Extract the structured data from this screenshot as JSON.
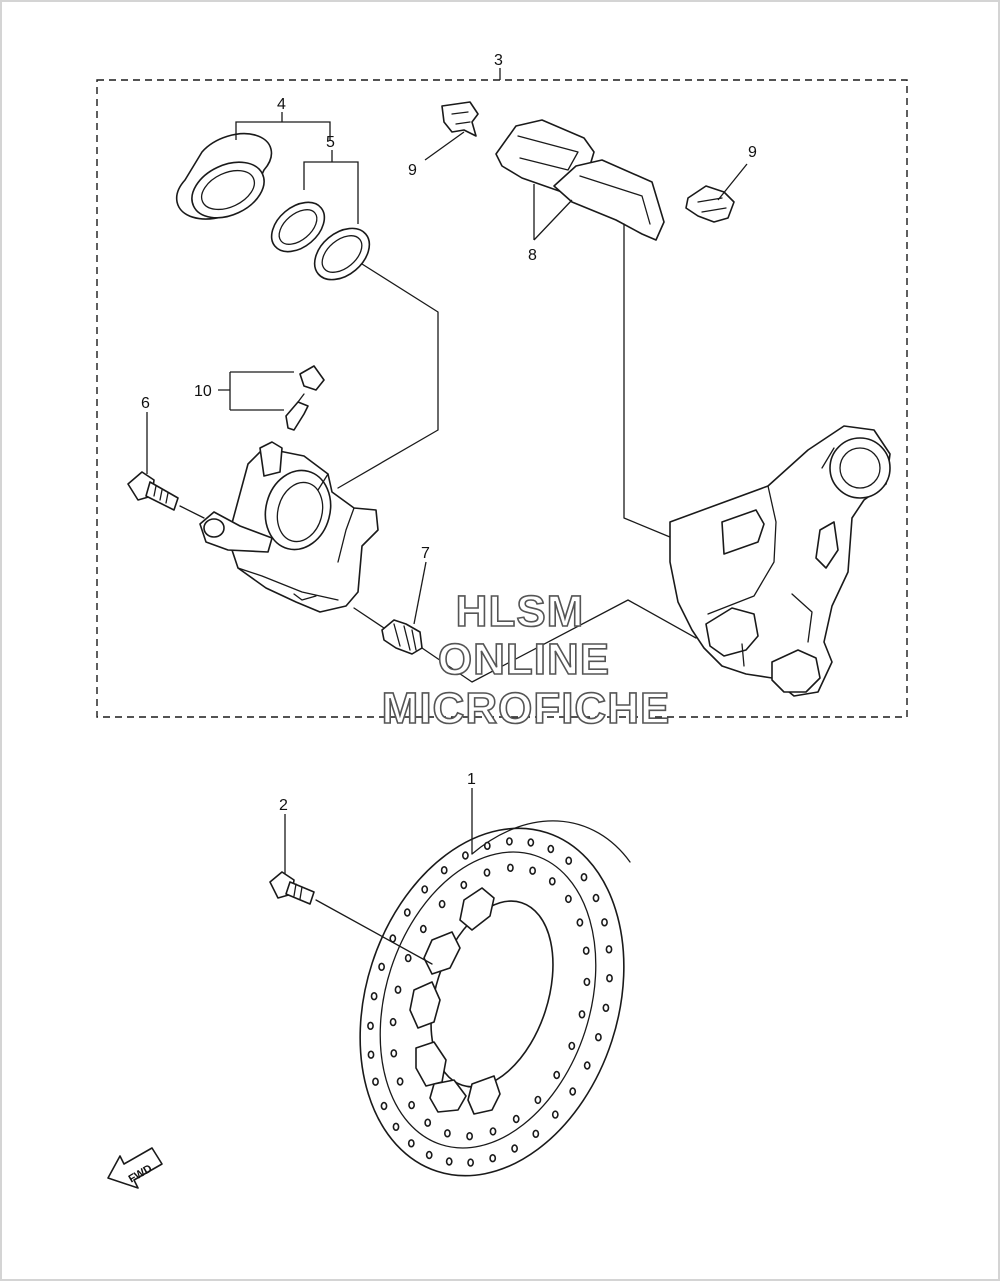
{
  "callouts": {
    "c1": "1",
    "c2": "2",
    "c3": "3",
    "c4": "4",
    "c5": "5",
    "c6": "6",
    "c7": "7",
    "c8": "8",
    "c9a": "9",
    "c9b": "9",
    "c10": "10"
  },
  "watermark": {
    "line1": "HLSM",
    "line2": "ONLINE",
    "line3": "MICROFICHE"
  },
  "fwd_label": "FWD",
  "colors": {
    "line": "#1a1a1a",
    "background": "#ffffff",
    "watermark_outline": "#555555"
  }
}
